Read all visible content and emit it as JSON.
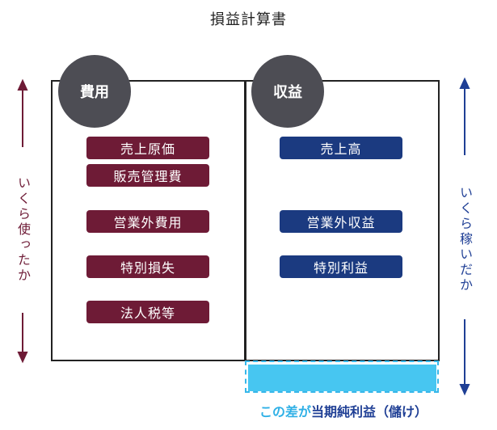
{
  "title": "損益計算書",
  "expense": {
    "heading": "費用",
    "items": [
      "売上原価",
      "販売管理費",
      "営業外費用",
      "特別損失",
      "法人税等"
    ]
  },
  "revenue": {
    "heading": "収益",
    "items": [
      "売上高",
      "営業外収益",
      "特別利益"
    ]
  },
  "left_side_text": "いくら使ったか",
  "right_side_text": "いくら稼いだか",
  "caption": {
    "prefix": "この差が",
    "highlight": "当期純利益（儲け）"
  },
  "colors": {
    "expense": "#6e1b36",
    "revenue": "#1b3a80",
    "profit": "#47c6f1",
    "circle": "#4d4d54"
  }
}
